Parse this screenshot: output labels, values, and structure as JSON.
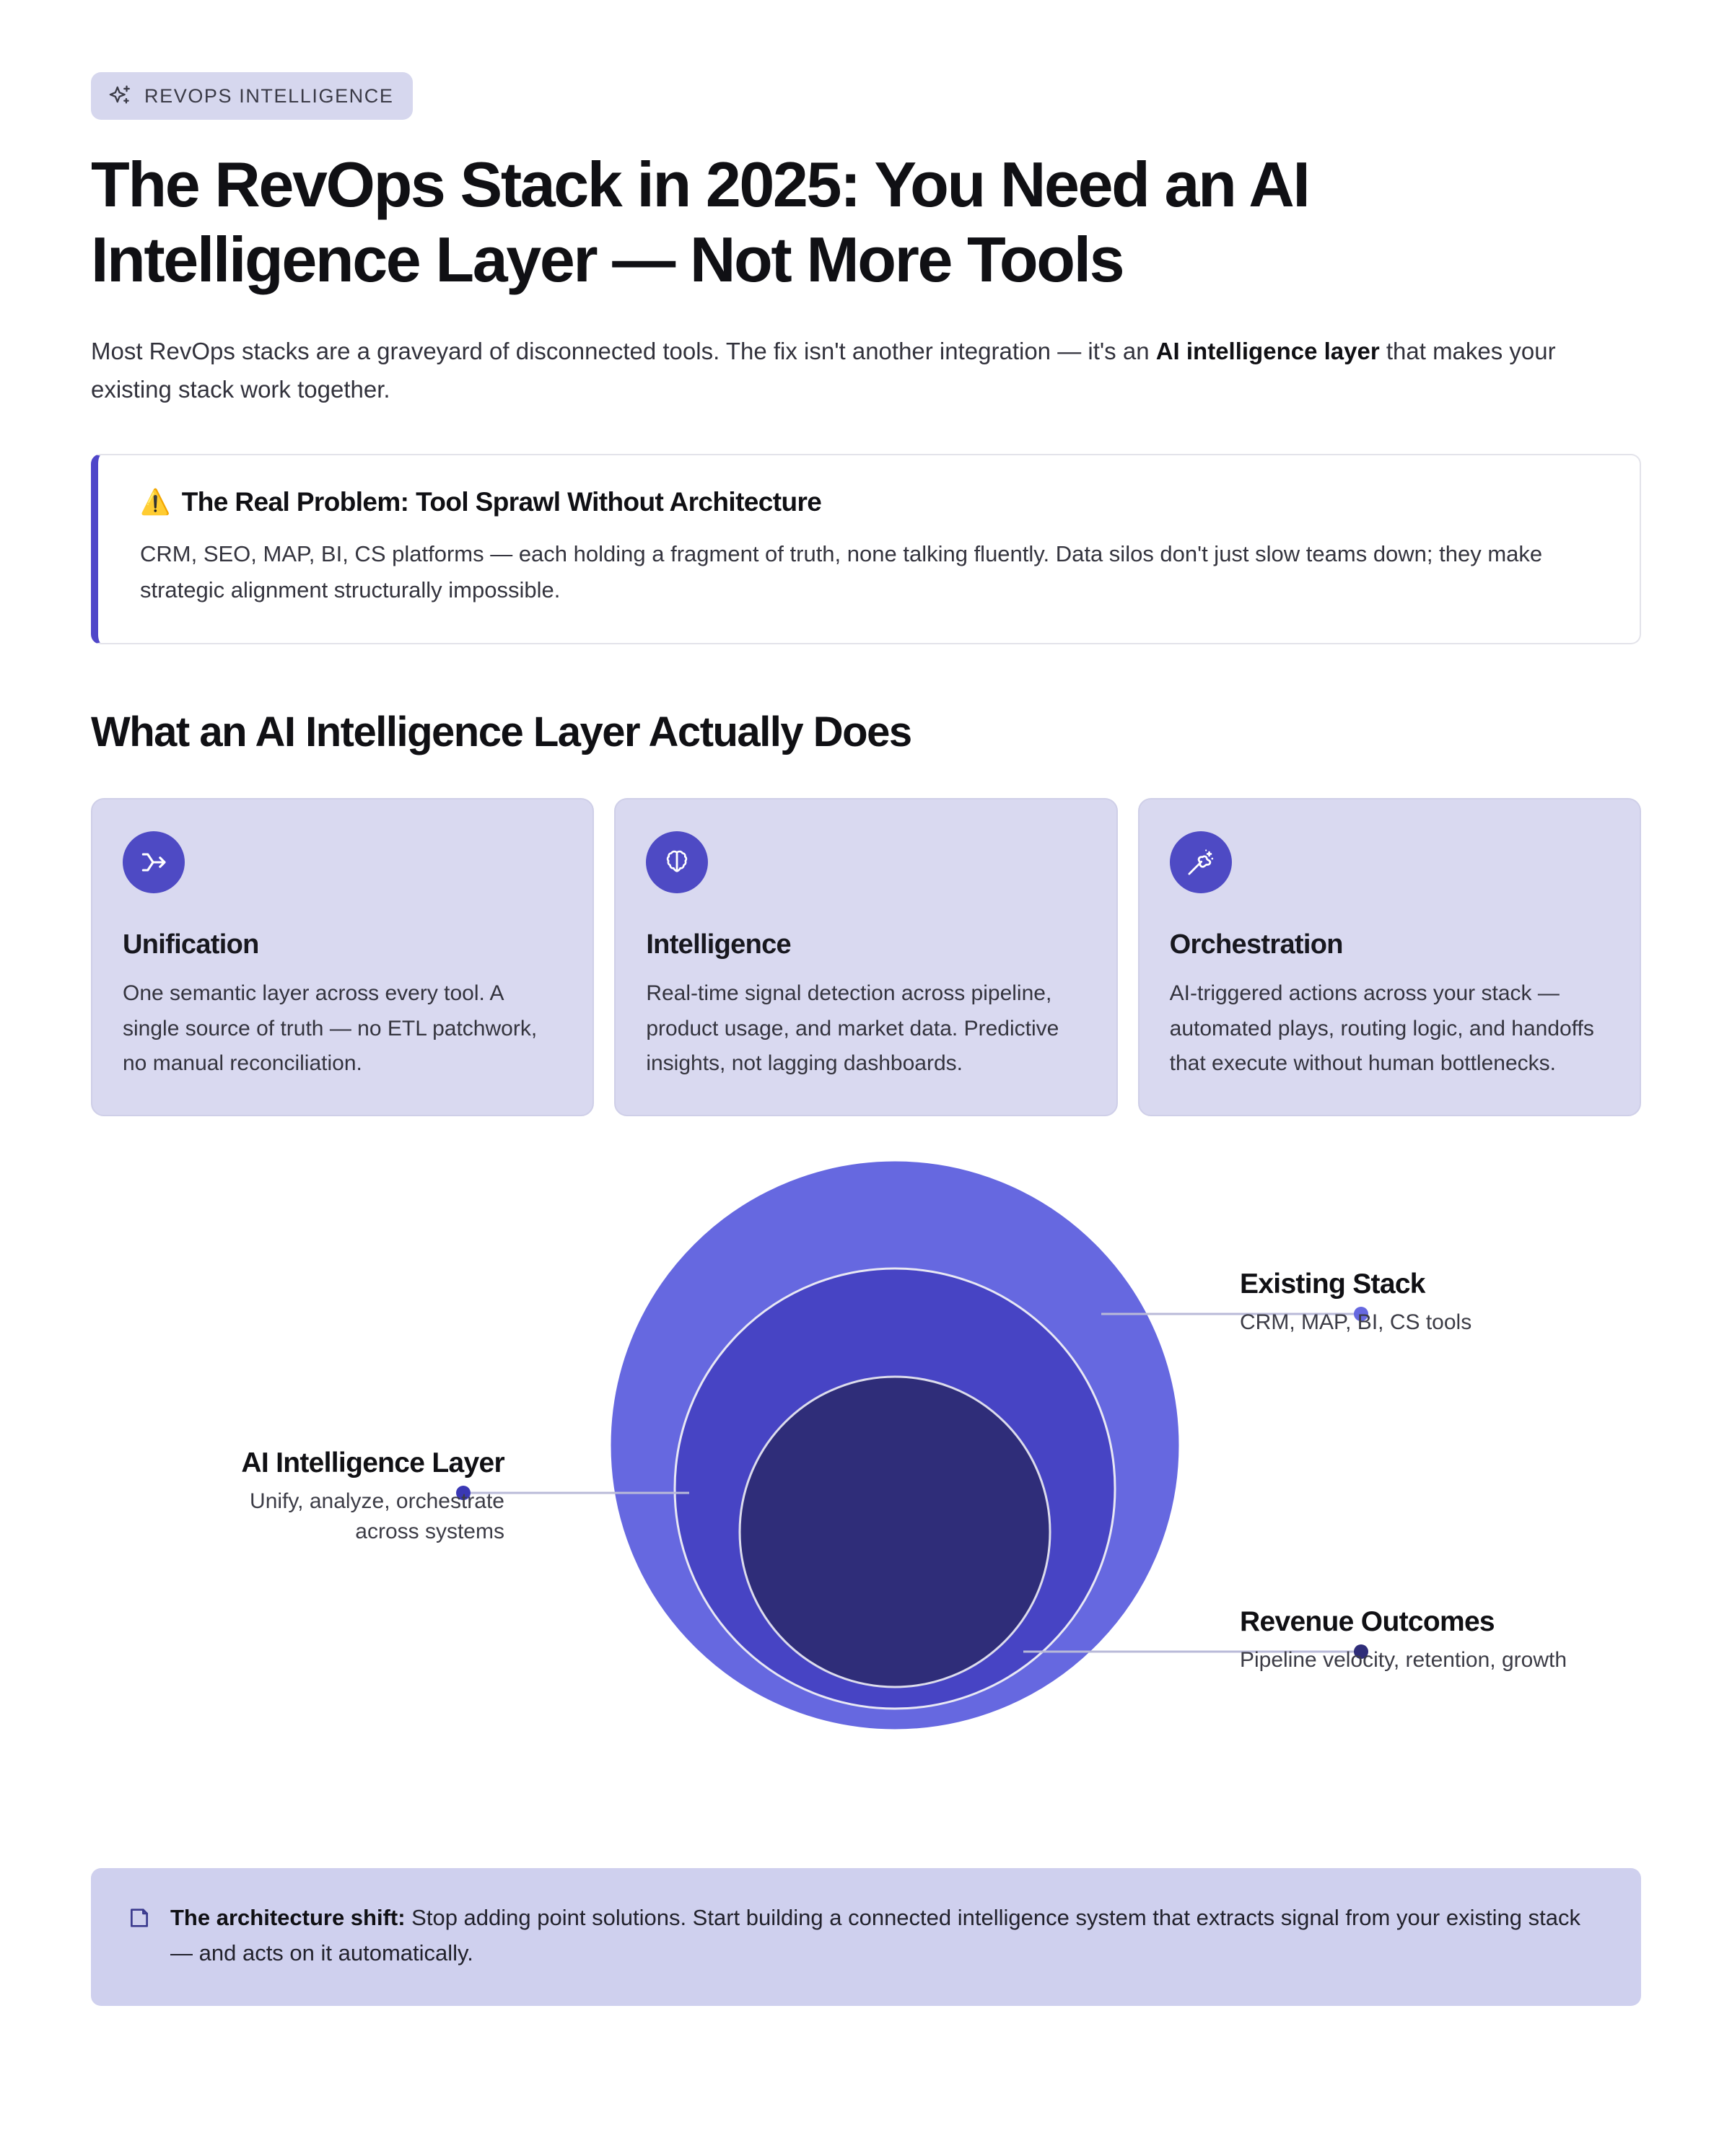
{
  "badge": {
    "icon": "sparkles-icon",
    "label": "REVOPS INTELLIGENCE"
  },
  "title": "The RevOps Stack in 2025: You Need an AI Intelligence Layer — Not More Tools",
  "lede": {
    "part1": "Most RevOps stacks are a graveyard of disconnected tools. The fix isn't another integration — it's an ",
    "emphasis": "AI intelligence layer",
    "part2": " that makes your existing stack work together."
  },
  "problem_callout": {
    "icon": "warning-icon",
    "icon_glyph": "⚠️",
    "title": "The Real Problem: Tool Sprawl Without Architecture",
    "body": "CRM, SEO, MAP, BI, CS platforms — each holding a fragment of truth, none talking fluently. Data silos don't just slow teams down; they make strategic alignment structurally impossible.",
    "accent_color": "#4f46c9"
  },
  "section_heading": "What an AI Intelligence Layer Actually Does",
  "cards": [
    {
      "icon": "merge-arrows-icon",
      "title": "Unification",
      "body": "One semantic layer across every tool. A single source of truth — no ETL patchwork, no manual reconciliation."
    },
    {
      "icon": "brain-icon",
      "title": "Intelligence",
      "body": "Real-time signal detection across pipeline, product usage, and market data. Predictive insights, not lagging dashboards."
    },
    {
      "icon": "magic-wand-icon",
      "title": "Orchestration",
      "body": "AI-triggered actions across your stack — automated plays, routing logic, and handoffs that execute without human bottlenecks."
    }
  ],
  "diagram": {
    "layers": [
      {
        "name": "Existing Stack",
        "title": "Existing Stack",
        "subtitle": "CRM, MAP, BI, CS tools",
        "color": "#6668e0"
      },
      {
        "name": "AI Intelligence Layer",
        "title": "AI Intelligence Layer",
        "subtitle": "Unify, analyze, orchestrate across systems",
        "color": "#4744c4"
      },
      {
        "name": "Revenue Outcomes",
        "title": "Revenue Outcomes",
        "subtitle": "Pipeline velocity, retention, growth",
        "color": "#2f2d79"
      }
    ]
  },
  "note": {
    "icon": "note-icon",
    "emphasis": "The architecture shift:",
    "body": " Stop adding point solutions. Start building a connected intelligence system that extracts signal from your existing stack — and acts on it automatically.",
    "background": "#cfd0ee"
  }
}
